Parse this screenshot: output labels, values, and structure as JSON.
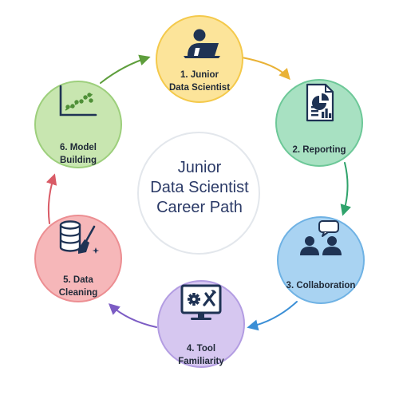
{
  "center": {
    "line1": "Junior",
    "line2": "Data Scientist",
    "line3": "Career Path"
  },
  "steps": [
    {
      "line1": "1. Junior",
      "line2": "Data Scientist",
      "icon": "person-laptop-icon",
      "fill": "#FCE49A",
      "stroke": "#F4C94B",
      "arrow": "#E9B236"
    },
    {
      "line1": "2. Reporting",
      "line2": "",
      "icon": "report-document-icon",
      "fill": "#A8E1C2",
      "stroke": "#6DC898",
      "arrow": "#2FA36B"
    },
    {
      "line1": "3. Collaboration",
      "line2": "",
      "icon": "collaboration-chat-icon",
      "fill": "#A9D3F2",
      "stroke": "#6FB2E4",
      "arrow": "#3B8FD6"
    },
    {
      "line1": "4. Tool",
      "line2": "Familiarity",
      "icon": "monitor-tools-icon",
      "fill": "#D6C7F0",
      "stroke": "#B39DE2",
      "arrow": "#7C5CC4"
    },
    {
      "line1": "5. Data",
      "line2": "Cleaning",
      "icon": "database-broom-icon",
      "fill": "#F6B7B9",
      "stroke": "#EC8E92",
      "arrow": "#D95B66"
    },
    {
      "line1": "6. Model",
      "line2": "Building",
      "icon": "scatter-plot-icon",
      "fill": "#C8E6B0",
      "stroke": "#9DCF7C",
      "arrow": "#5E9E3C"
    }
  ],
  "colors": {
    "icon": "#1F3354",
    "icon_light": "#FFFFFF",
    "center_fill": "#FFFFFF",
    "center_stroke": "#E3E7EC",
    "center_text": "#2B3A67"
  }
}
